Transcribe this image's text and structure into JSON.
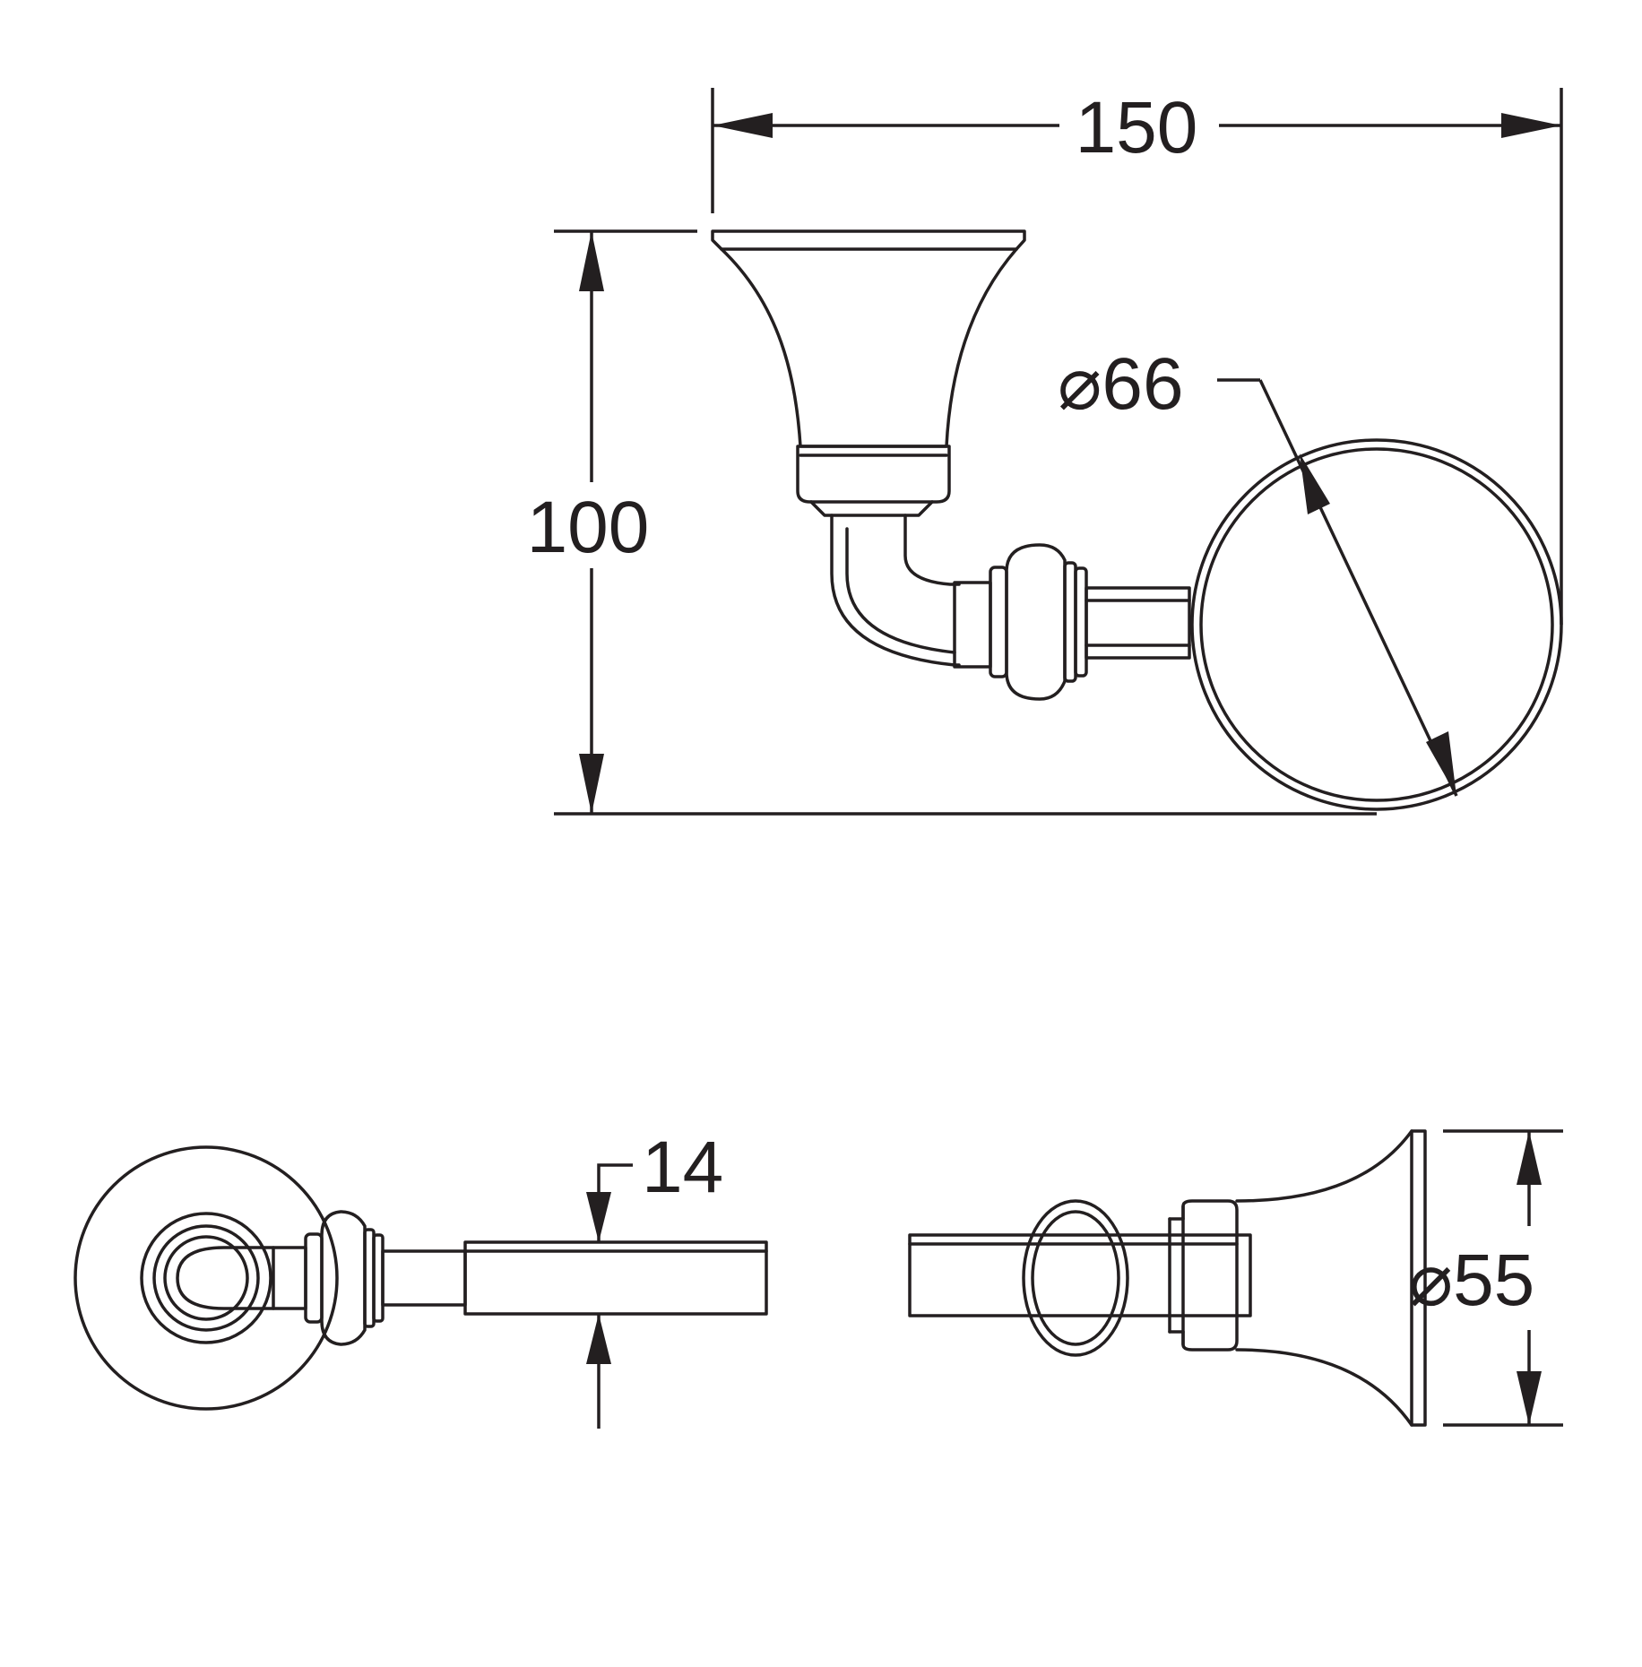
{
  "dimensions": {
    "width": "150",
    "height": "100",
    "ring_diameter": "⌀66",
    "rod_thickness": "14",
    "base_diameter": "⌀55"
  },
  "colors": {
    "line": "#231f20",
    "background": "#ffffff"
  }
}
